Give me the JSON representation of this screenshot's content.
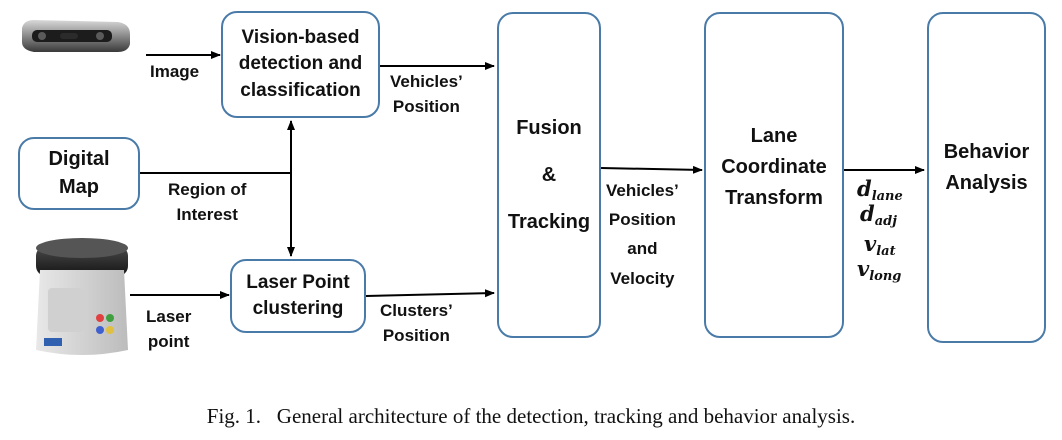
{
  "boxes": {
    "vision": [
      "Vision-based",
      "detection and",
      "classification"
    ],
    "digital_map": [
      "Digital",
      "Map"
    ],
    "laser_clustering": [
      "Laser Point",
      "clustering"
    ],
    "fusion": [
      "Fusion",
      "&",
      "Tracking"
    ],
    "lane": [
      "Lane",
      "Coordinate",
      "Transform"
    ],
    "behavior": [
      "Behavior",
      "Analysis"
    ]
  },
  "labels": {
    "image": "Image",
    "vehicles_position": [
      "Vehicles’",
      "Position"
    ],
    "region_of_interest": [
      "Region of",
      "Interest"
    ],
    "laser_point": [
      "Laser",
      "point"
    ],
    "clusters_position": [
      "Clusters’",
      "Position"
    ],
    "vehicles_position_velocity": [
      "Vehicles’",
      "Position",
      "and",
      "Velocity"
    ]
  },
  "variables": [
    {
      "base": "d",
      "sub": "lane"
    },
    {
      "base": "d",
      "sub": "adj"
    },
    {
      "base": "v",
      "sub": "lat"
    },
    {
      "base": "v",
      "sub": "long"
    }
  ],
  "icons": {
    "camera": "stereo-camera-icon",
    "lidar": "laser-scanner-icon"
  },
  "colors": {
    "box_border": "#4a7ba8",
    "arrow": "#000000"
  },
  "caption": "Fig. 1.   General architecture of the detection, tracking and behavior analysis."
}
